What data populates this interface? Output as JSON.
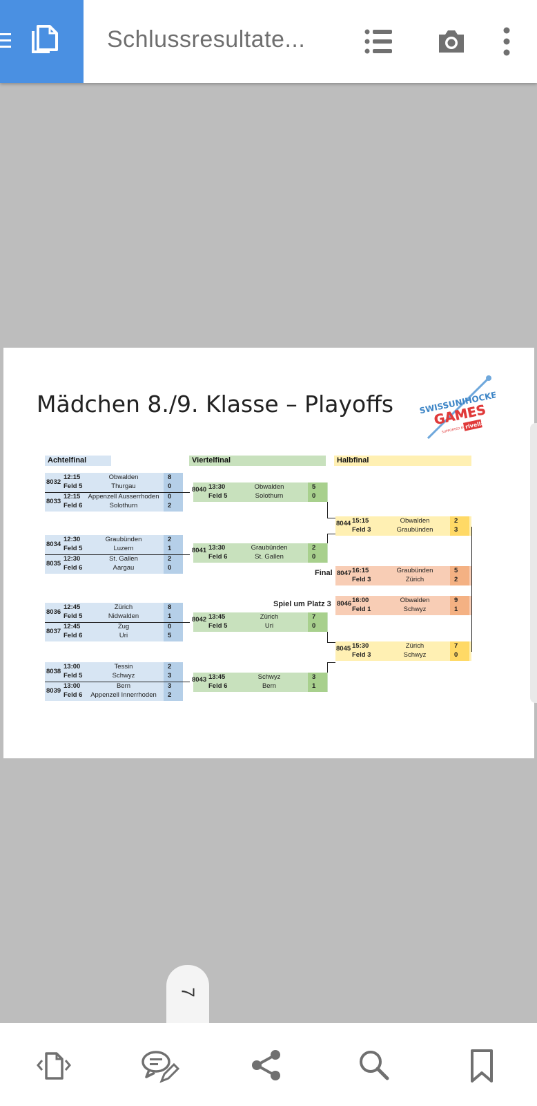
{
  "app": {
    "title": "Schlussresultate..."
  },
  "document": {
    "title": "Mädchen 8./9. Klasse – Playoffs",
    "logo": {
      "line1": "SWISSUNIHOCKEY",
      "line2": "GAMES",
      "supported": "SUPPORTED BY",
      "sponsor": "rivella"
    },
    "headers": {
      "round16": "Achtelfinal",
      "quarter": "Viertelfinal",
      "semi": "Halbfinal"
    },
    "labels": {
      "final": "Final",
      "third_place": "Spiel um Platz 3"
    },
    "achtelfinal": [
      {
        "id": "8032",
        "time": "12:15",
        "field": "Feld 5",
        "home": "Obwalden",
        "away": "Thurgau",
        "home_score": "8",
        "away_score": "0"
      },
      {
        "id": "8033",
        "time": "12:15",
        "field": "Feld 6",
        "home": "Appenzell Ausserrhoden",
        "away": "Solothurn",
        "home_score": "0",
        "away_score": "2"
      },
      {
        "id": "8034",
        "time": "12:30",
        "field": "Feld 5",
        "home": "Graubünden",
        "away": "Luzern",
        "home_score": "2",
        "away_score": "1"
      },
      {
        "id": "8035",
        "time": "12:30",
        "field": "Feld 6",
        "home": "St. Gallen",
        "away": "Aargau",
        "home_score": "2",
        "away_score": "0"
      },
      {
        "id": "8036",
        "time": "12:45",
        "field": "Feld 5",
        "home": "Zürich",
        "away": "Nidwalden",
        "home_score": "8",
        "away_score": "1"
      },
      {
        "id": "8037",
        "time": "12:45",
        "field": "Feld 6",
        "home": "Zug",
        "away": "Uri",
        "home_score": "0",
        "away_score": "5"
      },
      {
        "id": "8038",
        "time": "13:00",
        "field": "Feld 5",
        "home": "Tessin",
        "away": "Schwyz",
        "home_score": "2",
        "away_score": "3"
      },
      {
        "id": "8039",
        "time": "13:00",
        "field": "Feld 6",
        "home": "Bern",
        "away": "Appenzell Innerrhoden",
        "home_score": "3",
        "away_score": "2"
      }
    ],
    "viertelfinal": [
      {
        "id": "8040",
        "time": "13:30",
        "field": "Feld 5",
        "home": "Obwalden",
        "away": "Solothurn",
        "home_score": "5",
        "away_score": "0"
      },
      {
        "id": "8041",
        "time": "13:30",
        "field": "Feld 6",
        "home": "Graubünden",
        "away": "St. Gallen",
        "home_score": "2",
        "away_score": "0"
      },
      {
        "id": "8042",
        "time": "13:45",
        "field": "Feld 5",
        "home": "Zürich",
        "away": "Uri",
        "home_score": "7",
        "away_score": "0"
      },
      {
        "id": "8043",
        "time": "13:45",
        "field": "Feld 6",
        "home": "Schwyz",
        "away": "Bern",
        "home_score": "3",
        "away_score": "1"
      }
    ],
    "halbfinal": [
      {
        "id": "8044",
        "time": "15:15",
        "field": "Feld 3",
        "home": "Obwalden",
        "away": "Graubünden",
        "home_score": "2",
        "away_score": "3"
      },
      {
        "id": "8045",
        "time": "15:30",
        "field": "Feld 3",
        "home": "Zürich",
        "away": "Schwyz",
        "home_score": "7",
        "away_score": "0"
      }
    ],
    "final": {
      "id": "8047",
      "time": "16:15",
      "field": "Feld 3",
      "home": "Graubünden",
      "away": "Zürich",
      "home_score": "5",
      "away_score": "2"
    },
    "third_place": {
      "id": "8046",
      "time": "16:00",
      "field": "Feld 1",
      "home": "Obwalden",
      "away": "Schwyz",
      "home_score": "9",
      "away_score": "1"
    }
  },
  "pager": {
    "page": "7"
  },
  "colors": {
    "accent": "#4a90e2",
    "icon": "#707070"
  }
}
